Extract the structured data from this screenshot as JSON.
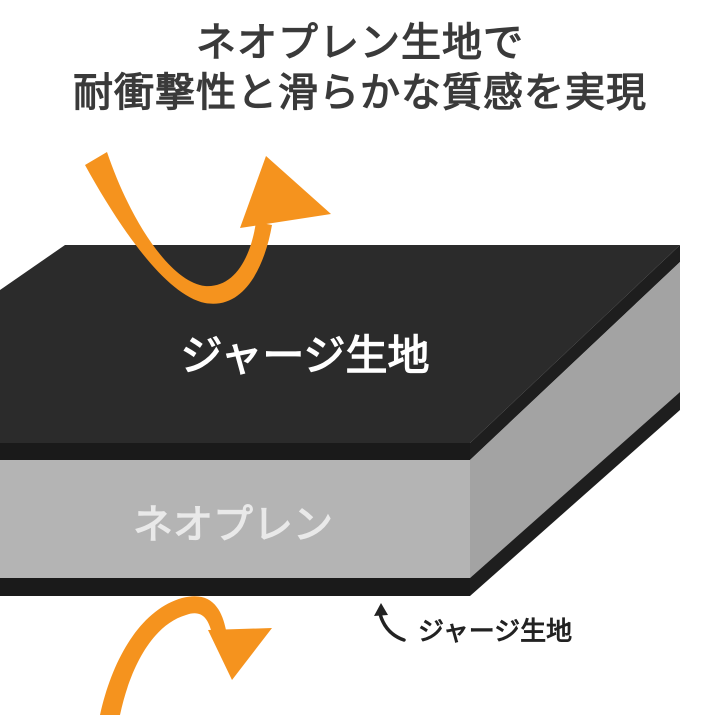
{
  "headline": {
    "line1": "ネオプレン生地で",
    "line2": "耐衝撃性と滑らかな質感を実現"
  },
  "layers": {
    "top_label": "ジャージ生地",
    "middle_label": "ネオプレン",
    "bottom_label": "ジャージ生地"
  },
  "colors": {
    "jersey": "#2b2b2b",
    "neoprene": "#b4b4b4",
    "arrow": "#f5931e",
    "headline": "#3a3a3a"
  }
}
